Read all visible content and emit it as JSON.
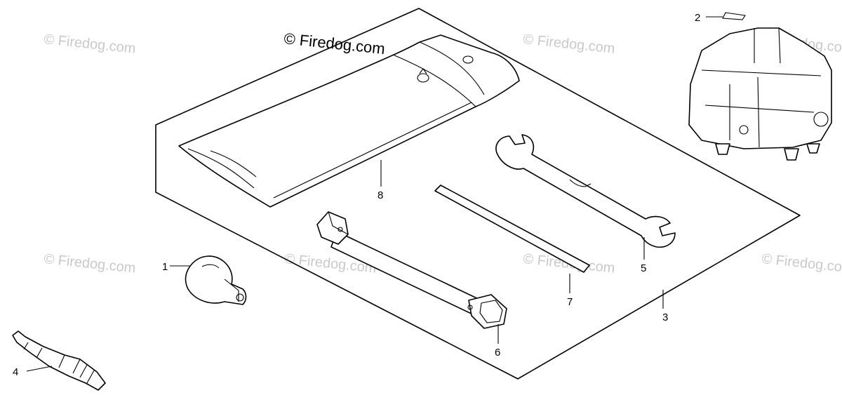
{
  "watermarks": {
    "main": "© Firedog.com",
    "faint": "© Firedog.com"
  },
  "parts": [
    {
      "number": "1",
      "icon": "spark-plug-cap-icon"
    },
    {
      "number": "2",
      "icon": "generator-icon"
    },
    {
      "number": "3",
      "icon": "tool-kit-outline-icon"
    },
    {
      "number": "4",
      "icon": "spark-plug-icon"
    },
    {
      "number": "5",
      "icon": "open-end-wrench-icon"
    },
    {
      "number": "6",
      "icon": "plug-wrench-icon"
    },
    {
      "number": "7",
      "icon": "tommy-bar-icon"
    },
    {
      "number": "8",
      "icon": "tool-bag-icon"
    }
  ],
  "colors": {
    "line": "#000000",
    "watermark": "#c9c9c9",
    "background": "#ffffff"
  }
}
